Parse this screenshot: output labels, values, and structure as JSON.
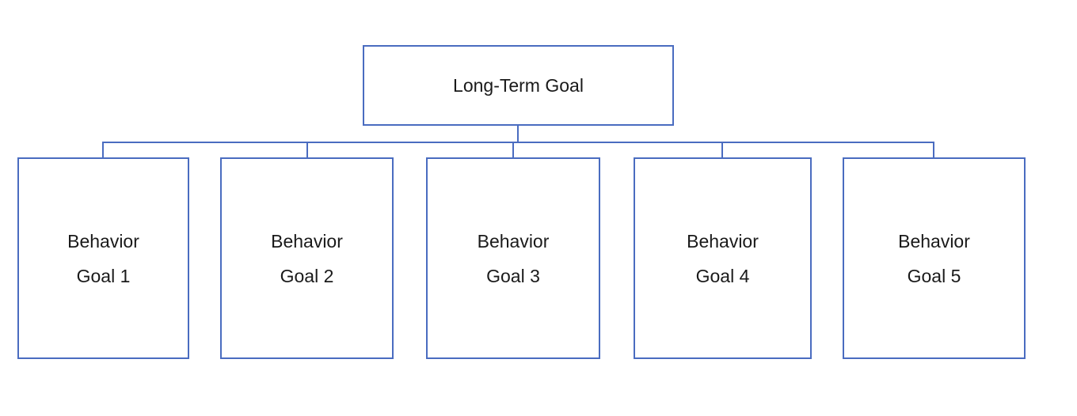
{
  "diagram": {
    "root": {
      "label": "Long-Term Goal"
    },
    "children": [
      {
        "label": "Behavior\nGoal 1"
      },
      {
        "label": "Behavior\nGoal 2"
      },
      {
        "label": "Behavior\nGoal 3"
      },
      {
        "label": "Behavior\nGoal 4"
      },
      {
        "label": "Behavior\nGoal 5"
      }
    ],
    "colors": {
      "border": "#4a6cc0",
      "connector": "#4a6cc0",
      "text": "#1a1a1a",
      "background": "#ffffff"
    }
  }
}
